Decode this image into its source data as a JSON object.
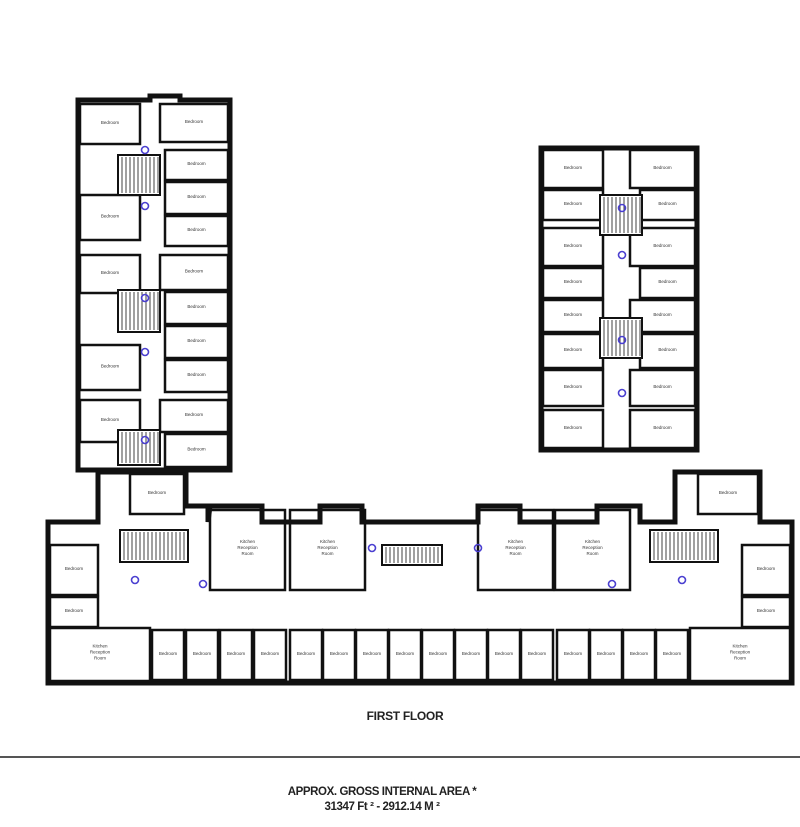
{
  "plan": {
    "floor_label": "FIRST FLOOR",
    "area_heading": "APPROX. GROSS INTERNAL AREA *",
    "area_value": "31347 Ft ² - 2912.14 M ²",
    "wall_color": "#111111",
    "lift_icon_color": "#4a3fd0",
    "room_names": {
      "bedroom": "Bedroom",
      "kitchen": "Kitchen Reception Room"
    }
  }
}
